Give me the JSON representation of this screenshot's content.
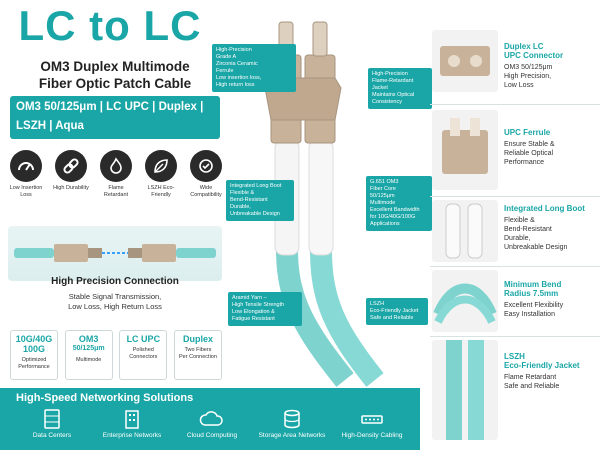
{
  "header": {
    "title": "LC to LC",
    "subtitle_line1": "OM3 Duplex Multimode",
    "subtitle_line2": "Fiber Optic Patch Cable"
  },
  "spec_banner": {
    "line1": "OM3 50/125μm | LC UPC | Duplex |",
    "line2": "LSZH | Aqua"
  },
  "icons": [
    {
      "icon": "gauge-icon",
      "label": "Low Insertion Loss"
    },
    {
      "icon": "link-icon",
      "label": "High Durability"
    },
    {
      "icon": "flame-icon",
      "label": "Flame Retardant"
    },
    {
      "icon": "leaf-icon",
      "label": "LSZH Eco-Friendly"
    },
    {
      "icon": "compatibility-icon",
      "label": "Wide Compatibility"
    }
  ],
  "connection": {
    "title": "High Precision Connection",
    "sub1": "Stable Signal Transmission,",
    "sub2": "Low Loss, High Return Loss"
  },
  "spec_cards": [
    {
      "big1": "10G/40G",
      "big2": "100G",
      "small1": "Optimized",
      "small2": "Performance"
    },
    {
      "big1": "OM3",
      "big2": "50/125μm",
      "small1": "Multimode",
      "small2": ""
    },
    {
      "big1": "LC UPC",
      "big2": "",
      "small1": "Polished",
      "small2": "Connectors"
    },
    {
      "big1": "Duplex",
      "big2": "",
      "small1": "Two Fibers",
      "small2": "Per Connection"
    }
  ],
  "networking": {
    "title": "High-Speed Networking Solutions",
    "items": [
      {
        "icon": "server-rack-icon",
        "label": "Data Centers"
      },
      {
        "icon": "building-icon",
        "label": "Enterprise Networks"
      },
      {
        "icon": "cloud-icon",
        "label": "Cloud Computing"
      },
      {
        "icon": "database-icon",
        "label": "Storage Area Networks"
      },
      {
        "icon": "network-switch-icon",
        "label": "High-Density Cabling"
      }
    ]
  },
  "callouts": {
    "ferrule": [
      "High-Precision",
      "Grade A",
      "Zirconia Ceramic",
      "Ferrule",
      "Low insertion loss,",
      "High return loss"
    ],
    "jacket": [
      "High-Precision",
      "Flame-Retardant",
      "Jacket",
      "Maintains Optical",
      "Consistency"
    ],
    "boot": [
      "Integrated Long Boot",
      "Flexible &",
      "Bend-Resistant",
      "Durable,",
      "Unbreakable Design"
    ],
    "core": [
      "G.651 OM3",
      "Fiber Core",
      "50/125μm",
      "Multimode",
      "Excellent Bandwidth",
      "for 10G/40G/100G",
      "Applications"
    ],
    "aramid": [
      "Aramid Yarn –",
      "High Tensile Strength",
      "Low Elongation &",
      "Fatigue Resistant"
    ],
    "lszh": [
      "LSZH",
      "Eco-Friendly Jacket",
      "Safe and Reliable"
    ]
  },
  "features": [
    {
      "title1": "Duplex LC",
      "title2": "UPC Connector",
      "desc": [
        "OM3 50/125μm",
        "High Precision,",
        "Low Loss"
      ]
    },
    {
      "title1": "UPC Ferrule",
      "title2": "",
      "desc": [
        "Ensure Stable &",
        "Reliable Optical",
        "Performance"
      ]
    },
    {
      "title1": "Integrated Long Boot",
      "title2": "",
      "desc": [
        "Flexible &",
        "Bend-Resistant",
        "Durable,",
        "Unbreakable Design"
      ]
    },
    {
      "title1": "Minimum Bend",
      "title2": "Radius 7.5mm",
      "desc": [
        "Excellent Flexibility",
        "Easy Installation"
      ]
    },
    {
      "title1": "LSZH",
      "title2": "Eco-Friendly Jacket",
      "desc": [
        "Flame Retardant",
        "Safe and Reliable"
      ]
    }
  ],
  "colors": {
    "accent": "#1aa6a6",
    "dark": "#222222",
    "connector": "#c8b29a",
    "cable": "#7fd3cf"
  }
}
